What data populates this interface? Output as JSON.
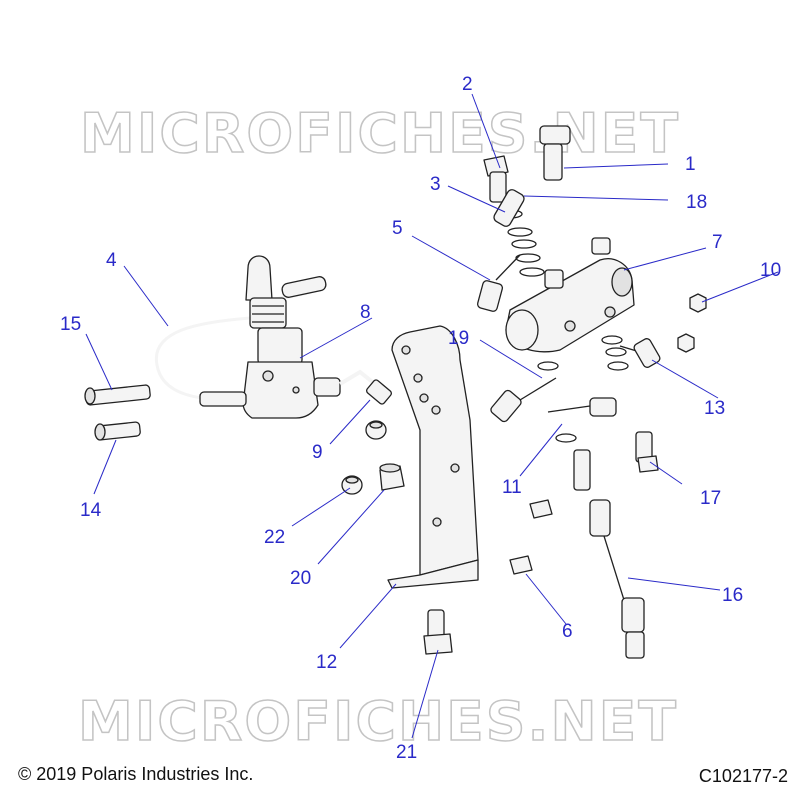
{
  "watermark": "MICROFICHES.NET",
  "copyright": "© 2019 Polaris Industries Inc.",
  "figure_id": "C102177-2",
  "callouts": [
    "1",
    "2",
    "3",
    "4",
    "5",
    "6",
    "7",
    "8",
    "9",
    "11",
    "12",
    "13",
    "14",
    "15",
    "16",
    "17",
    "18",
    "19",
    "20",
    "21",
    "22",
    "10"
  ],
  "colors": {
    "callout": "#2a2ac8",
    "lineart": "#222222",
    "watermark": "#c4c4c4"
  }
}
